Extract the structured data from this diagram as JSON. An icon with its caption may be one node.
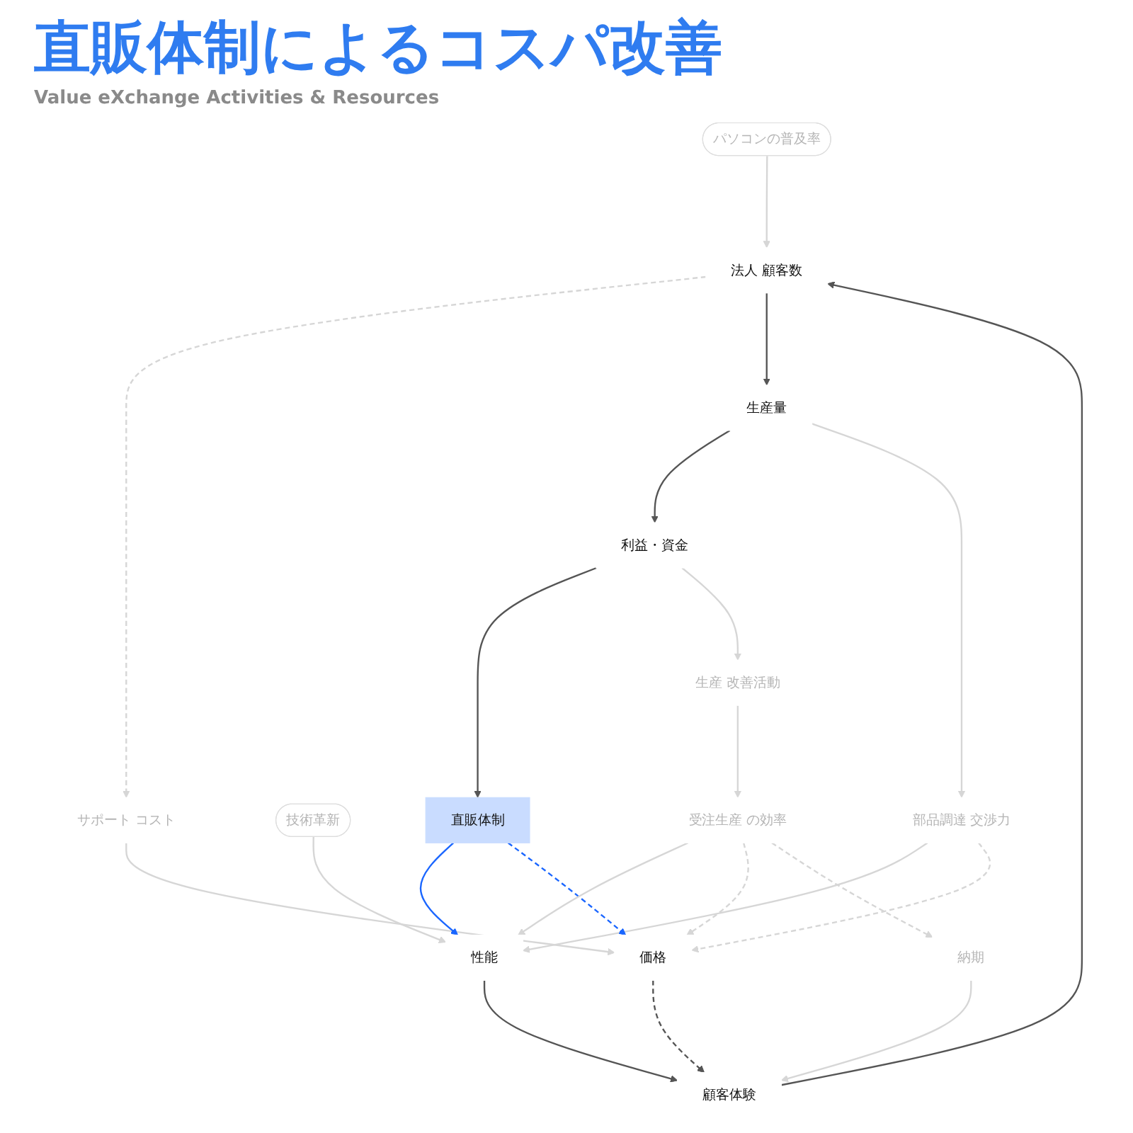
{
  "diagram": {
    "title": "直販体制によるコスパ改善",
    "nodes": [
      {
        "text": [
          "パソコンの普及率"
        ]
      },
      {
        "text": [
          "顧客体験"
        ]
      },
      {
        "text": [
          "法人 顧客数"
        ]
      },
      {
        "text": [
          "性能"
        ]
      },
      {
        "text": [
          "価格"
        ]
      },
      {
        "text": [
          "納期"
        ]
      },
      {
        "text": [
          "サポート コスト"
        ]
      },
      {
        "text": [
          "生産量"
        ]
      },
      {
        "text": [
          "部品調達 交渉力"
        ]
      },
      {
        "text": [
          "利益・資金"
        ]
      },
      {
        "text": [
          "直販体制"
        ]
      },
      {
        "text": [
          "技術革新"
        ]
      },
      {
        "text": [
          "受注生産 の効率"
        ]
      },
      {
        "text": [
          "生産 改善活動"
        ]
      }
    ],
    "edges": [
      {
        "from": 1,
        "to": 2,
        "arrow": "to",
        "color": "#555555"
      },
      {
        "from": 0,
        "to": 2,
        "arrow": "to"
      },
      {
        "from": 2,
        "to": 6,
        "arrow": "to",
        "style": "dashed"
      },
      {
        "from": 2,
        "to": 7,
        "arrow": "to",
        "color": "#555555"
      },
      {
        "from": 3,
        "to": 1,
        "arrow": "to",
        "color": "#555555"
      },
      {
        "from": 4,
        "to": 1,
        "arrow": "to",
        "style": "dashed",
        "color": "#555555"
      },
      {
        "from": 5,
        "to": 1,
        "arrow": "to"
      },
      {
        "from": 6,
        "to": 4,
        "arrow": "to"
      },
      {
        "from": 7,
        "to": 9,
        "arrow": "to",
        "color": "#555555"
      },
      {
        "from": 7,
        "to": 8,
        "arrow": "to"
      },
      {
        "from": 8,
        "to": 3,
        "arrow": "to"
      },
      {
        "from": 8,
        "to": 4,
        "arrow": "to",
        "style": "dashed"
      },
      {
        "from": 9,
        "to": 10,
        "arrow": "to",
        "color": "#555555"
      },
      {
        "from": 9,
        "to": 13,
        "arrow": "to"
      },
      {
        "from": 10,
        "to": 3,
        "arrow": "to",
        "color": "#1a66ff"
      },
      {
        "from": 10,
        "to": 4,
        "arrow": "to",
        "style": "dashed",
        "color": "#1a66ff"
      },
      {
        "from": 13,
        "to": 12,
        "arrow": "to"
      },
      {
        "from": 12,
        "to": 3,
        "arrow": "to"
      },
      {
        "from": 12,
        "to": 4,
        "arrow": "to",
        "style": "dashed"
      },
      {
        "from": 12,
        "to": 5,
        "arrow": "to",
        "style": "dashed"
      },
      {
        "from": 11,
        "to": 3,
        "arrow": "to"
      }
    ],
    "labels": [
      "Value eXchange Activities & Resources"
    ]
  }
}
